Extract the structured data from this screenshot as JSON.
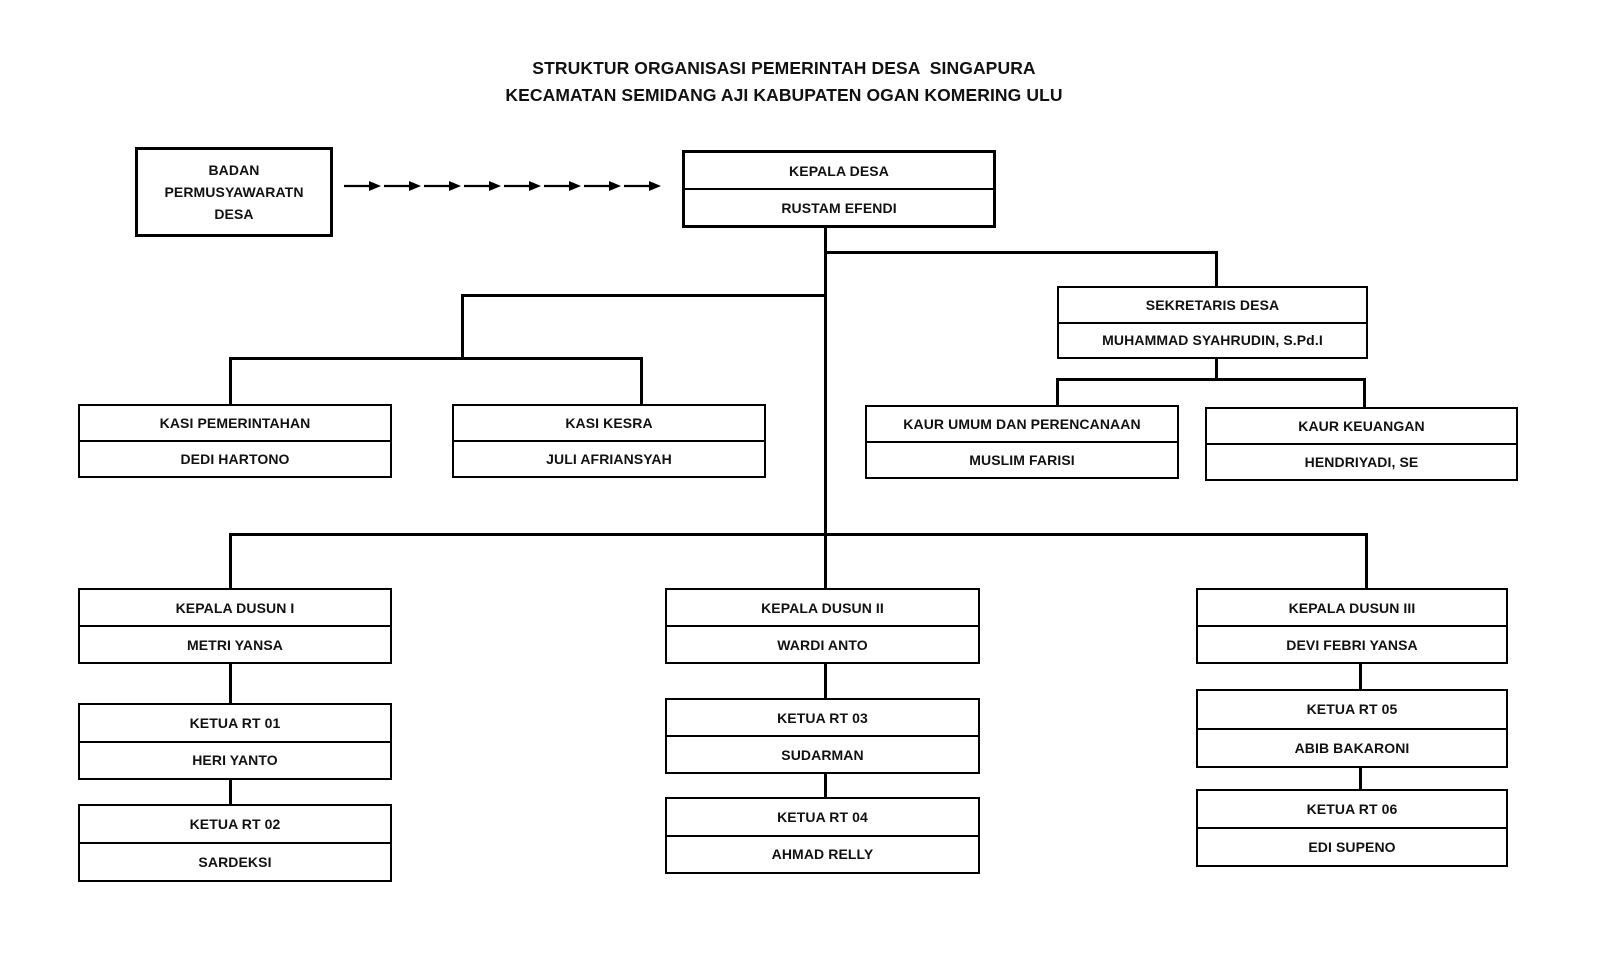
{
  "title": {
    "line1": "STRUKTUR ORGANISASI PEMERINTAH DESA  SINGAPURA",
    "line2": "KECAMATAN SEMIDANG AJI KABUPATEN OGAN KOMERING ULU"
  },
  "arrows": {
    "count": 8,
    "color": "#000000"
  },
  "style": {
    "line_color": "#000000",
    "background": "#ffffff",
    "text_color": "#111111"
  },
  "nodes": {
    "bpd": {
      "title": "BADAN PERMUSYAWARATN DESA"
    },
    "kepala_desa": {
      "title": "KEPALA DESA",
      "name": "RUSTAM EFENDI"
    },
    "sekretaris": {
      "title": "SEKRETARIS DESA",
      "name": "MUHAMMAD SYAHRUDIN, S.Pd.I"
    },
    "kasi_pemerintahan": {
      "title": "KASI PEMERINTAHAN",
      "name": "DEDI HARTONO"
    },
    "kasi_kesra": {
      "title": "KASI KESRA",
      "name": "JULI AFRIANSYAH"
    },
    "kaur_umum": {
      "title": "KAUR UMUM DAN PERENCANAAN",
      "name": "MUSLIM FARISI"
    },
    "kaur_keuangan": {
      "title": "KAUR KEUANGAN",
      "name": "HENDRIYADI, SE"
    },
    "dusun1": {
      "title": "KEPALA DUSUN I",
      "name": "METRI YANSA"
    },
    "dusun2": {
      "title": "KEPALA DUSUN II",
      "name": "WARDI ANTO"
    },
    "dusun3": {
      "title": "KEPALA DUSUN III",
      "name": "DEVI FEBRI YANSA"
    },
    "rt01": {
      "title": "KETUA RT 01",
      "name": "HERI YANTO"
    },
    "rt02": {
      "title": "KETUA RT 02",
      "name": "SARDEKSI"
    },
    "rt03": {
      "title": "KETUA RT 03",
      "name": "SUDARMAN"
    },
    "rt04": {
      "title": "KETUA RT 04",
      "name": "AHMAD RELLY"
    },
    "rt05": {
      "title": "KETUA RT 05",
      "name": "ABIB BAKARONI"
    },
    "rt06": {
      "title": "KETUA RT 06",
      "name": "EDI SUPENO"
    }
  }
}
